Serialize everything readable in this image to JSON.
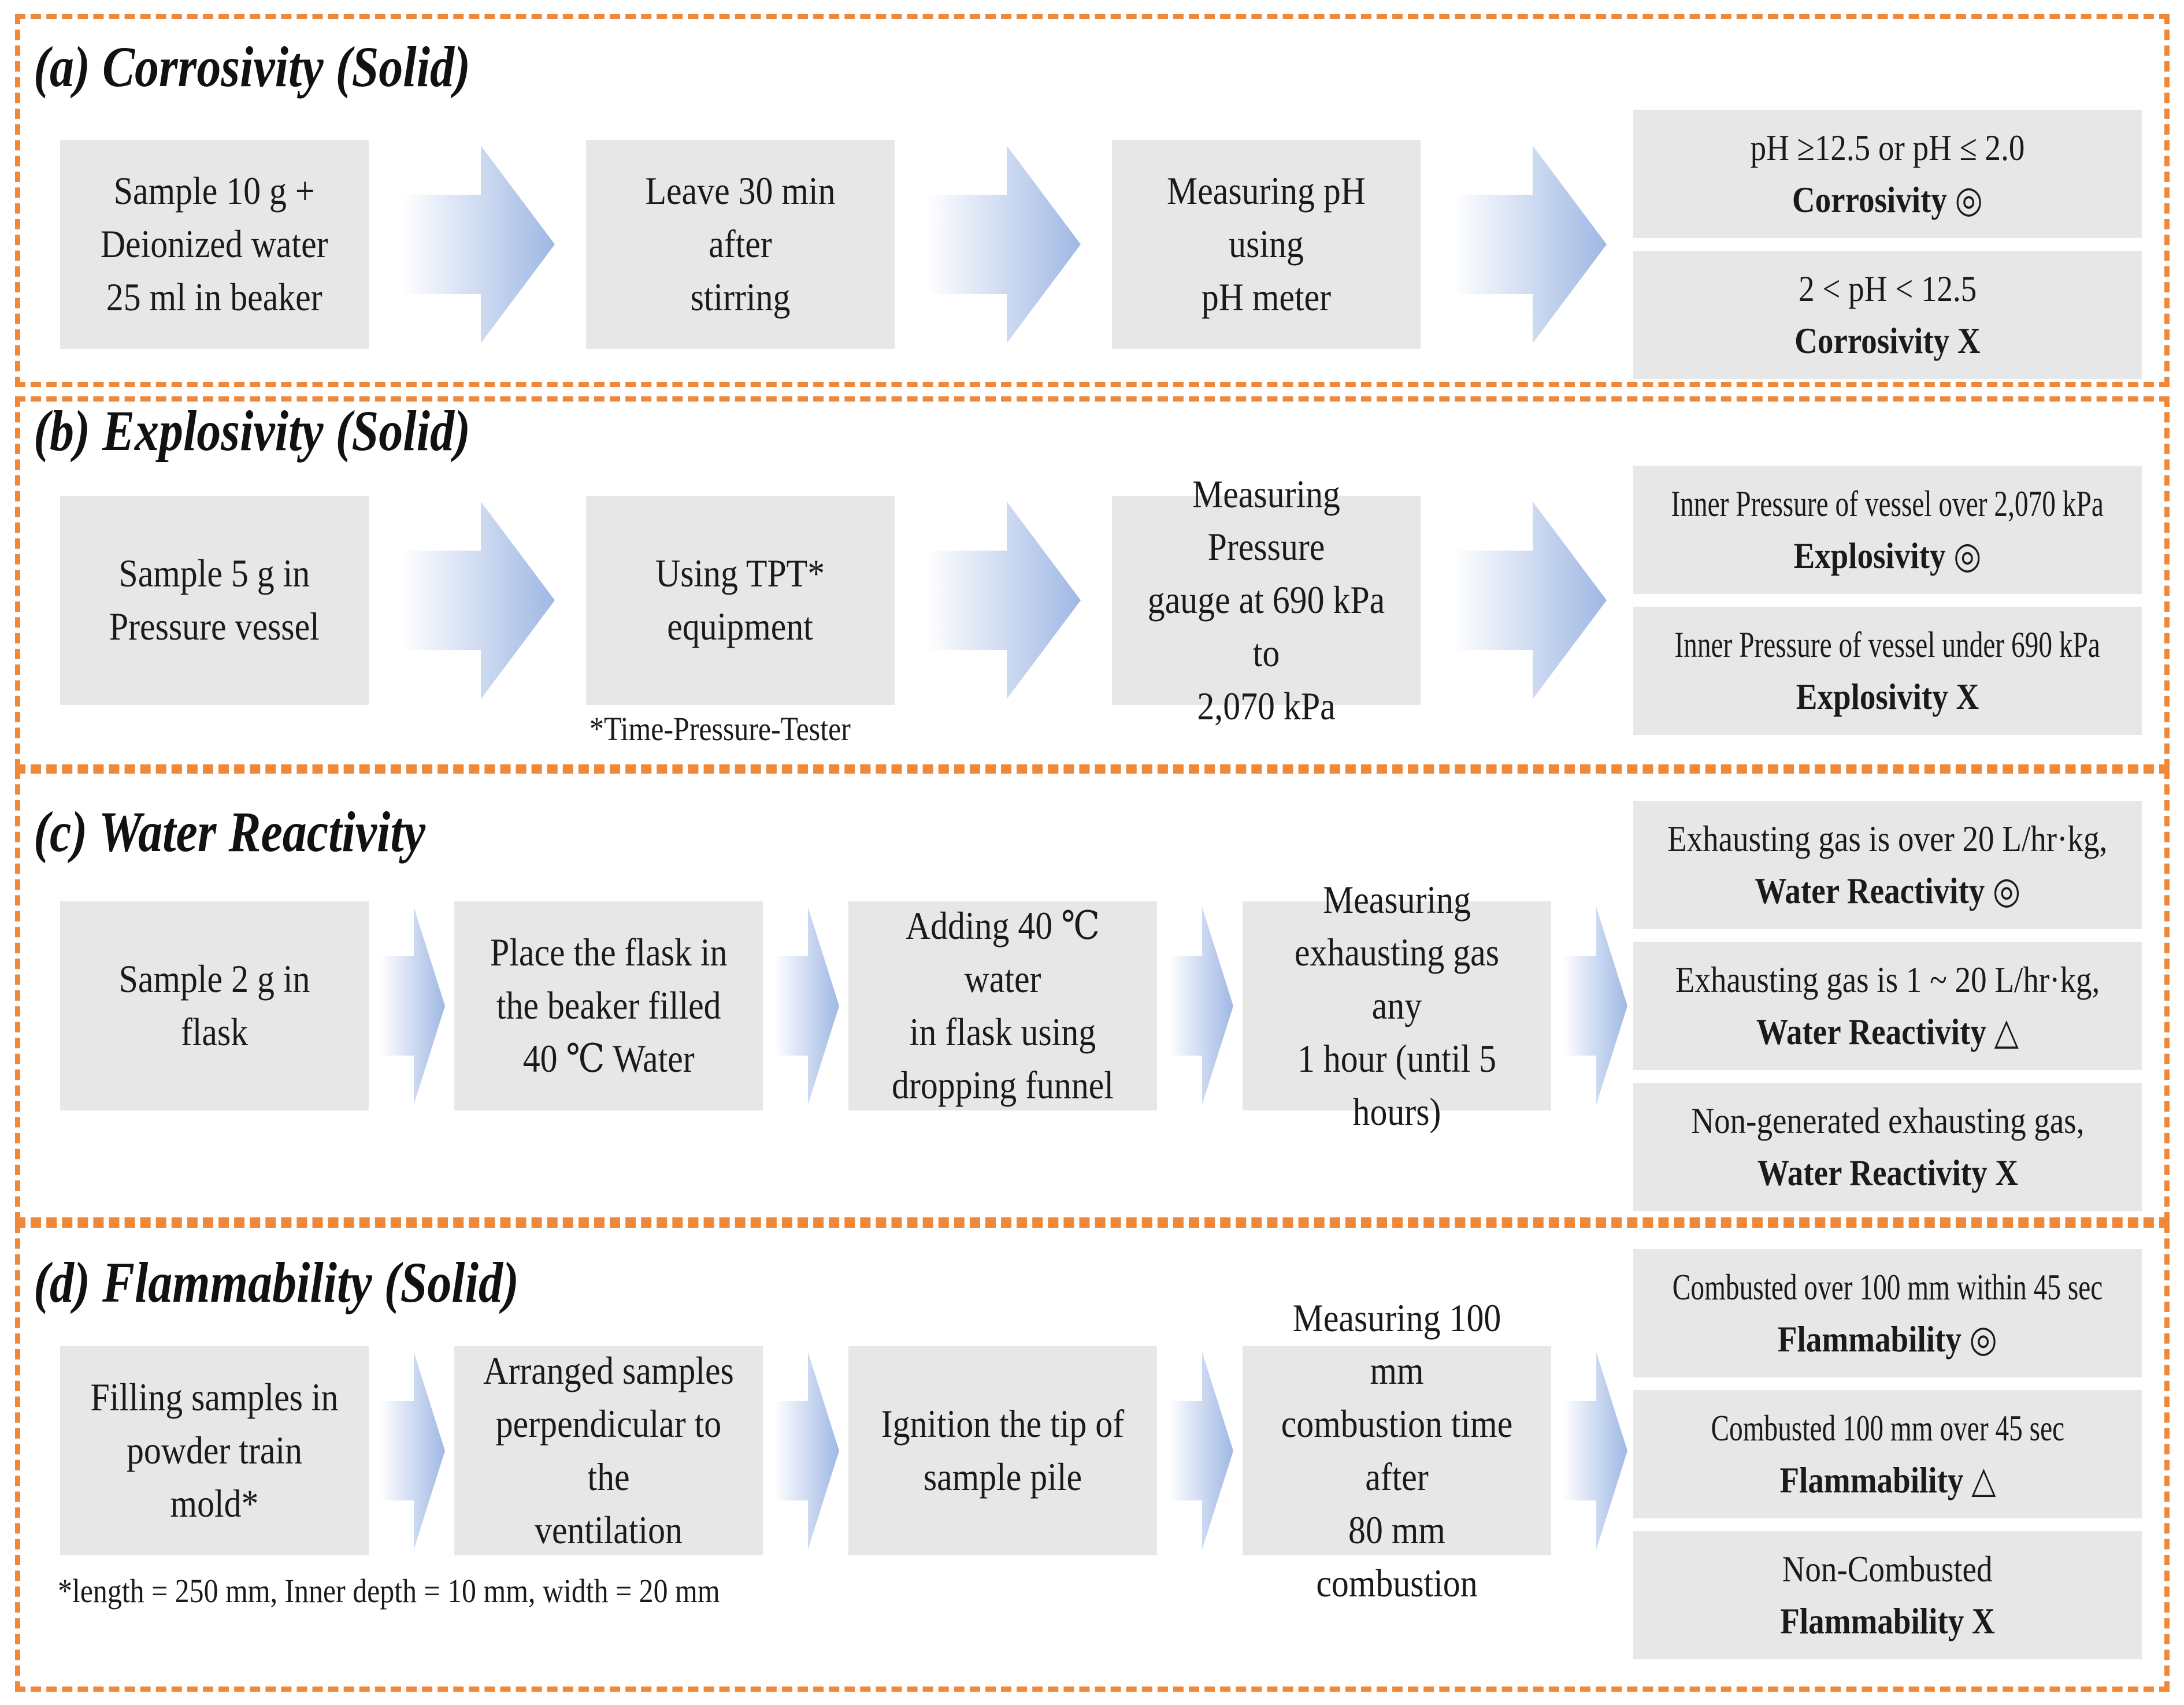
{
  "colors": {
    "border": "#f0883a",
    "box_fill": "#e7e7e7",
    "arrow_light": "#ffffff",
    "arrow_dark": "#9fb8e4"
  },
  "sections": [
    {
      "title": "(a) Corrosivity (Solid)",
      "steps": [
        "Sample 10 g +\nDeionized water\n25 ml in beaker",
        "Leave 30 min after\nstirring",
        "Measuring pH using\npH meter"
      ],
      "results": [
        {
          "condition": "pH ≥12.5 or pH ≤ 2.0",
          "result": "Corrosivity ◎"
        },
        {
          "condition": "2 < pH < 12.5",
          "result": "Corrosivity X"
        }
      ]
    },
    {
      "title": "(b) Explosivity (Solid)",
      "steps": [
        "Sample 5 g in\nPressure vessel",
        "Using TPT*\nequipment",
        "Measuring Pressure\ngauge at 690 kPa to\n2,070 kPa"
      ],
      "note": "*Time-Pressure-Tester",
      "results": [
        {
          "condition": "Inner Pressure of vessel over 2,070 kPa",
          "result": "Explosivity ◎"
        },
        {
          "condition": "Inner Pressure of vessel under 690 kPa",
          "result": "Explosivity X"
        }
      ]
    },
    {
      "title": "(c) Water Reactivity",
      "steps": [
        "Sample 2 g in flask",
        "Place the flask in\nthe beaker filled\n40 ℃ Water",
        "Adding 40 ℃ water\nin flask using\ndropping funnel",
        "Measuring\nexhausting gas any\n1 hour (until 5 hours)"
      ],
      "results": [
        {
          "condition": "Exhausting gas is over 20 L/hr·kg,",
          "result": "Water Reactivity ◎"
        },
        {
          "condition": "Exhausting gas is 1 ~ 20 L/hr·kg,",
          "result": "Water Reactivity △"
        },
        {
          "condition": "Non-generated exhausting gas,",
          "result": "Water Reactivity X"
        }
      ]
    },
    {
      "title": "(d) Flammability (Solid)",
      "steps": [
        "Filling samples in\npowder train mold*",
        "Arranged samples\nperpendicular to the\nventilation",
        "Ignition the tip of\nsample pile",
        "Measuring 100 mm\ncombustion time after\n80 mm combustion"
      ],
      "note": "*length = 250 mm, Inner depth = 10 mm, width = 20 mm",
      "results": [
        {
          "condition": "Combusted over 100 mm within 45 sec",
          "result": "Flammability ◎"
        },
        {
          "condition": "Combusted 100 mm over 45 sec",
          "result": "Flammability △"
        },
        {
          "condition": "Non-Combusted",
          "result": "Flammability X"
        }
      ]
    }
  ]
}
